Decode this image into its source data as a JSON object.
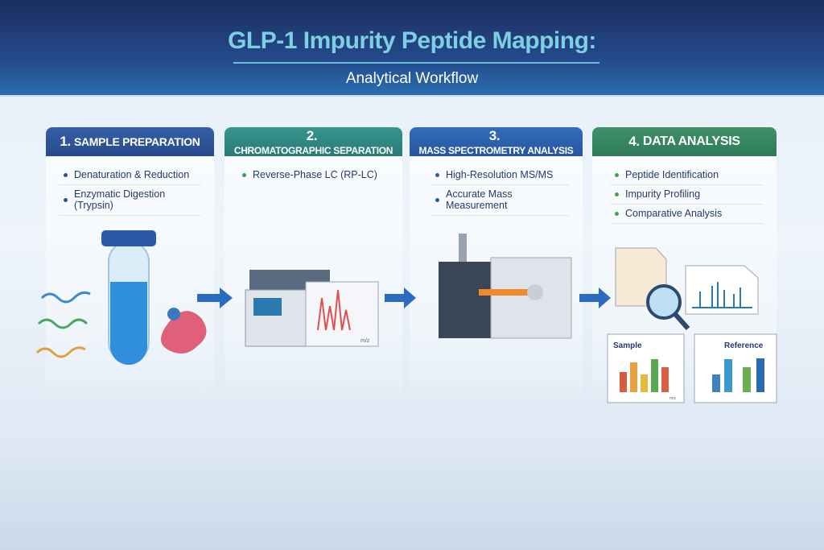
{
  "header": {
    "title": "GLP-1 Impurity Peptide Mapping:",
    "subtitle": "Analytical Workflow"
  },
  "steps": [
    {
      "number": "1.",
      "title": "SAMPLE PREPARATION",
      "color": "#2c4f94",
      "bullet_color": "#2c4f94",
      "items": [
        "Denaturation & Reduction",
        "Enzymatic Digestion (Trypsin)"
      ]
    },
    {
      "number": "2.",
      "title": "CHROMATOGRAPHIC SEPARATION",
      "color": "#2f8a84",
      "bullet_color": "#3a9a6a",
      "items": [
        "Reverse-Phase LC (RP-LC)"
      ]
    },
    {
      "number": "3.",
      "title": "MASS SPECTROMETRY ANALYSIS",
      "color": "#2a5ea8",
      "bullet_color": "#2a5ea8",
      "items": [
        "High-Resolution MS/MS",
        "Accurate Mass Measurement"
      ]
    },
    {
      "number": "4.",
      "title": "DATA ANALYSIS",
      "color": "#3b8a62",
      "bullet_color": "#4c9a50",
      "items": [
        "Peptide Identification",
        "Impurity Profiling",
        "Comparative Analysis"
      ]
    }
  ],
  "illustrations": {
    "lc_axis_label": "m/z",
    "sample_label": "Sample",
    "reference_label": "Reference",
    "sample_axis_label": "m/z"
  },
  "icons": [
    "test-tube-icon",
    "peptide-chain-icon",
    "enzyme-icon",
    "lc-instrument-icon",
    "mass-spectrometer-icon",
    "document-icon",
    "magnifier-icon",
    "spectrum-icon",
    "bar-chart-icon",
    "arrow-right-icon"
  ]
}
